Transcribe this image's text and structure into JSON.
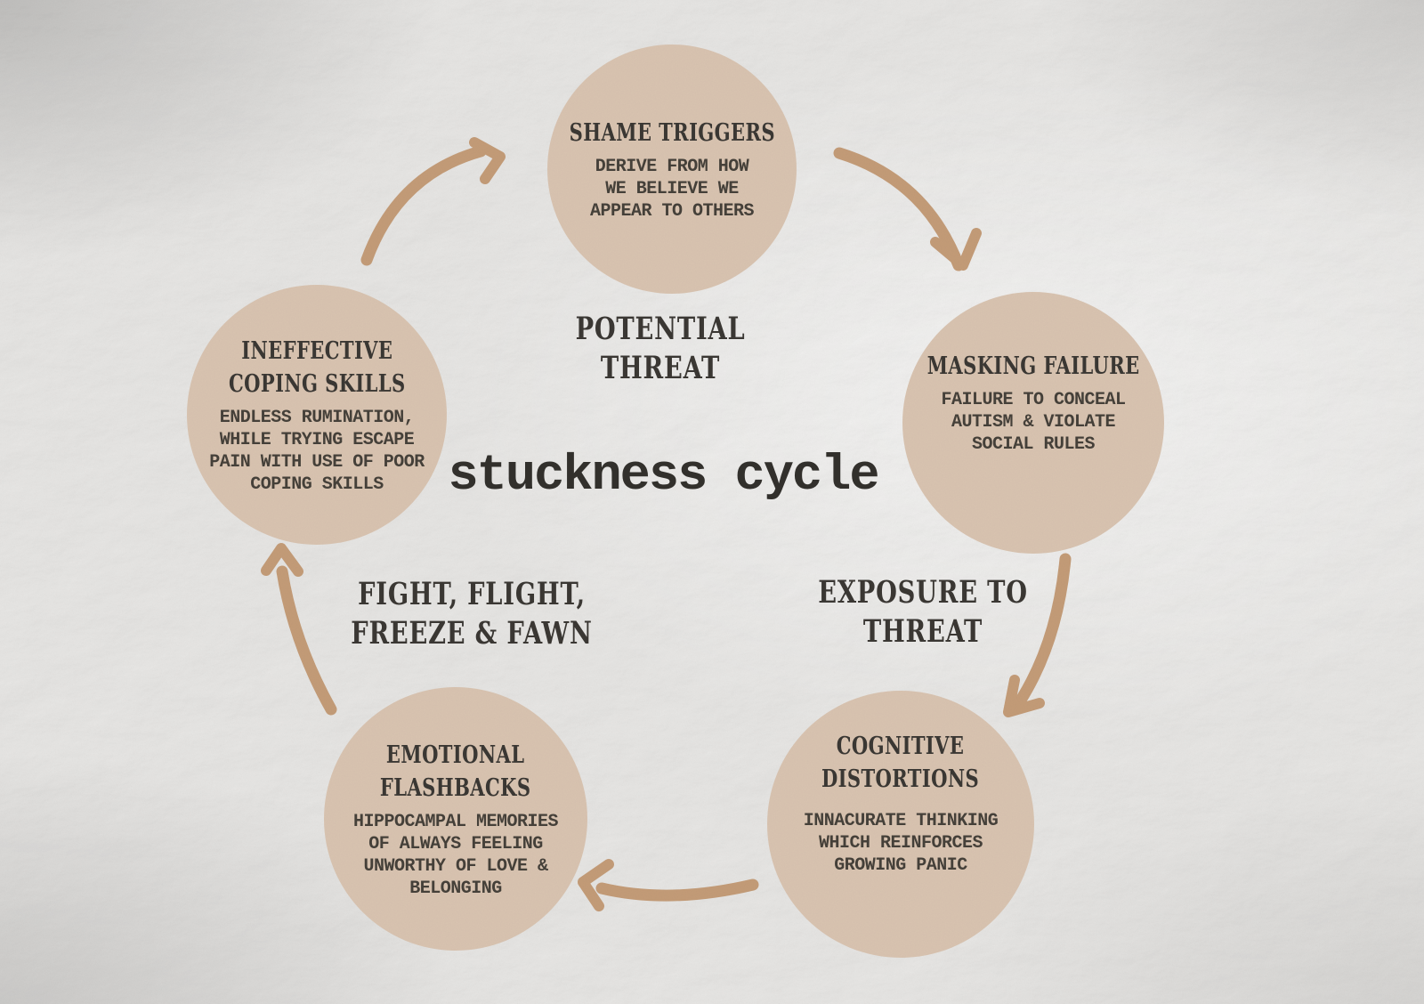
{
  "title": "stuckness cycle",
  "colors": {
    "background": "#e8e7e5",
    "circle_fill": "#d8c3b0",
    "arrow": "#c39b77",
    "ink": "#3a3733",
    "body_ink": "#454039",
    "title_ink": "#32302c"
  },
  "nodes": [
    {
      "id": "shame-triggers",
      "heading": "SHAME TRIGGERS",
      "body": "DERIVE FROM HOW\nWE BELIEVE WE\nAPPEAR TO OTHERS"
    },
    {
      "id": "masking-failure",
      "heading": "MASKING FAILURE",
      "body": "FAILURE TO CONCEAL\nAUTISM & VIOLATE\nSOCIAL RULES"
    },
    {
      "id": "cognitive-distortions",
      "heading": "COGNITIVE\nDISTORTIONS",
      "body": "INNACURATE THINKING\nWHICH REINFORCES\nGROWING PANIC"
    },
    {
      "id": "emotional-flashbacks",
      "heading": "EMOTIONAL\nFLASHBACKS",
      "body": "HIPPOCAMPAL MEMORIES\nOF ALWAYS FEELING\nUNWORTHY OF LOVE &\nBELONGING"
    },
    {
      "id": "ineffective-coping-skills",
      "heading": "INEFFECTIVE\nCOPING SKILLS",
      "body": "ENDLESS RUMINATION,\nWHILE TRYING ESCAPE\nPAIN WITH USE OF POOR\nCOPING SKILLS"
    }
  ],
  "stage_labels": [
    {
      "id": "potential-threat",
      "text": "POTENTIAL\nTHREAT"
    },
    {
      "id": "exposure-to-threat",
      "text": "EXPOSURE TO\nTHREAT"
    },
    {
      "id": "fight-flight-freeze-fawn",
      "text": "FIGHT, FLIGHT,\nFREEZE & FAWN"
    }
  ],
  "arrows": [
    {
      "from": "ineffective-coping-skills",
      "to": "shame-triggers"
    },
    {
      "from": "shame-triggers",
      "to": "masking-failure"
    },
    {
      "from": "masking-failure",
      "to": "cognitive-distortions"
    },
    {
      "from": "cognitive-distortions",
      "to": "emotional-flashbacks"
    },
    {
      "from": "emotional-flashbacks",
      "to": "ineffective-coping-skills"
    }
  ]
}
